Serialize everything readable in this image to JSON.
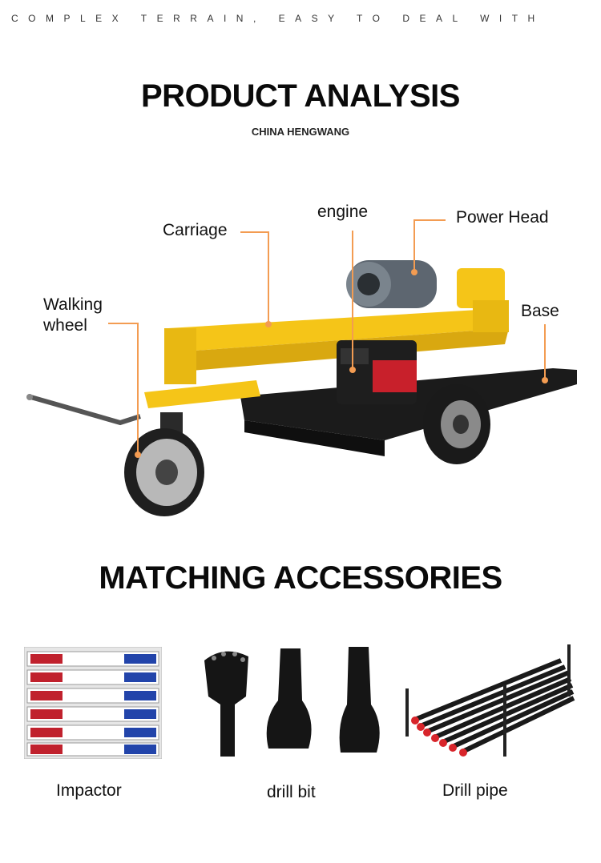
{
  "header": {
    "tagline": "COMPLEX TERRAIN, EASY TO DEAL WITH"
  },
  "analysis": {
    "title": "PRODUCT ANALYSIS",
    "subtitle": "CHINA HENGWANG",
    "callouts": {
      "walking_wheel_line1": "Walking",
      "walking_wheel_line2": "wheel",
      "carriage": "Carriage",
      "engine": "engine",
      "power_head": "Power Head",
      "base": "Base"
    },
    "leader_color": "#f39c52",
    "machine_color": "#f5c518"
  },
  "accessories": {
    "title": "MATCHING ACCESSORIES",
    "items": [
      {
        "label": "Impactor",
        "icon": "impactor-box-icon"
      },
      {
        "label": "drill bit",
        "icon": "drill-bit-icon"
      },
      {
        "label": "Drill pipe",
        "icon": "drill-pipe-rack-icon"
      }
    ]
  }
}
